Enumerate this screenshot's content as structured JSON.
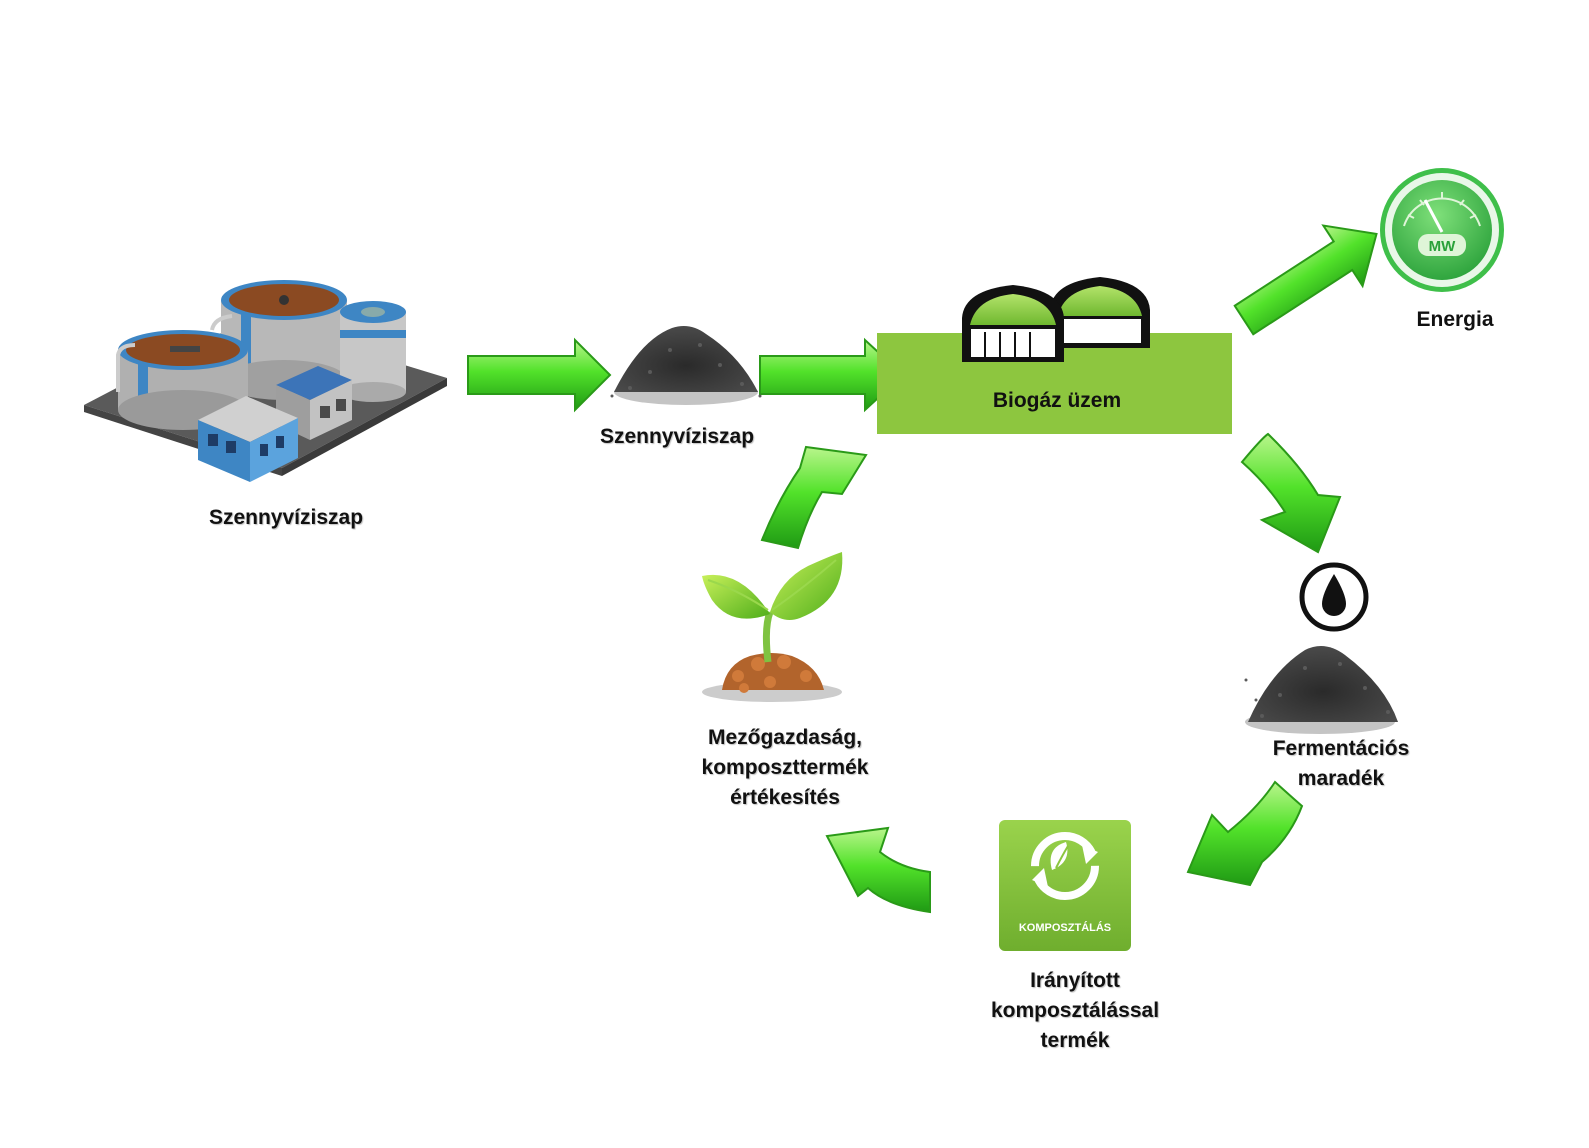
{
  "nodes": {
    "plant_label": "Szennyvíziszap",
    "sludge_label": "Szennyvíziszap",
    "biogas_label": "Biogáz üzem",
    "energy_label": "Energia",
    "energy_meter_text": "MW",
    "digestate_label": [
      "Fermentációs",
      "maradék"
    ],
    "compost_label": [
      "Irányított",
      "komposztálással",
      "termék"
    ],
    "compost_tile_text": "KOMPOSZTÁLÁS",
    "agri_label": [
      "Mezőgazdaság,",
      "komposzttermék",
      "értékesítés"
    ]
  },
  "colors": {
    "arrow_green": "#4ee02a",
    "biogas_box": "#8dc63f",
    "compost_tile": "#8cc63f",
    "energy_ring": "#3fbf4a",
    "water_blue": "#3e86c4",
    "tank_sludge": "#8b4a22"
  }
}
